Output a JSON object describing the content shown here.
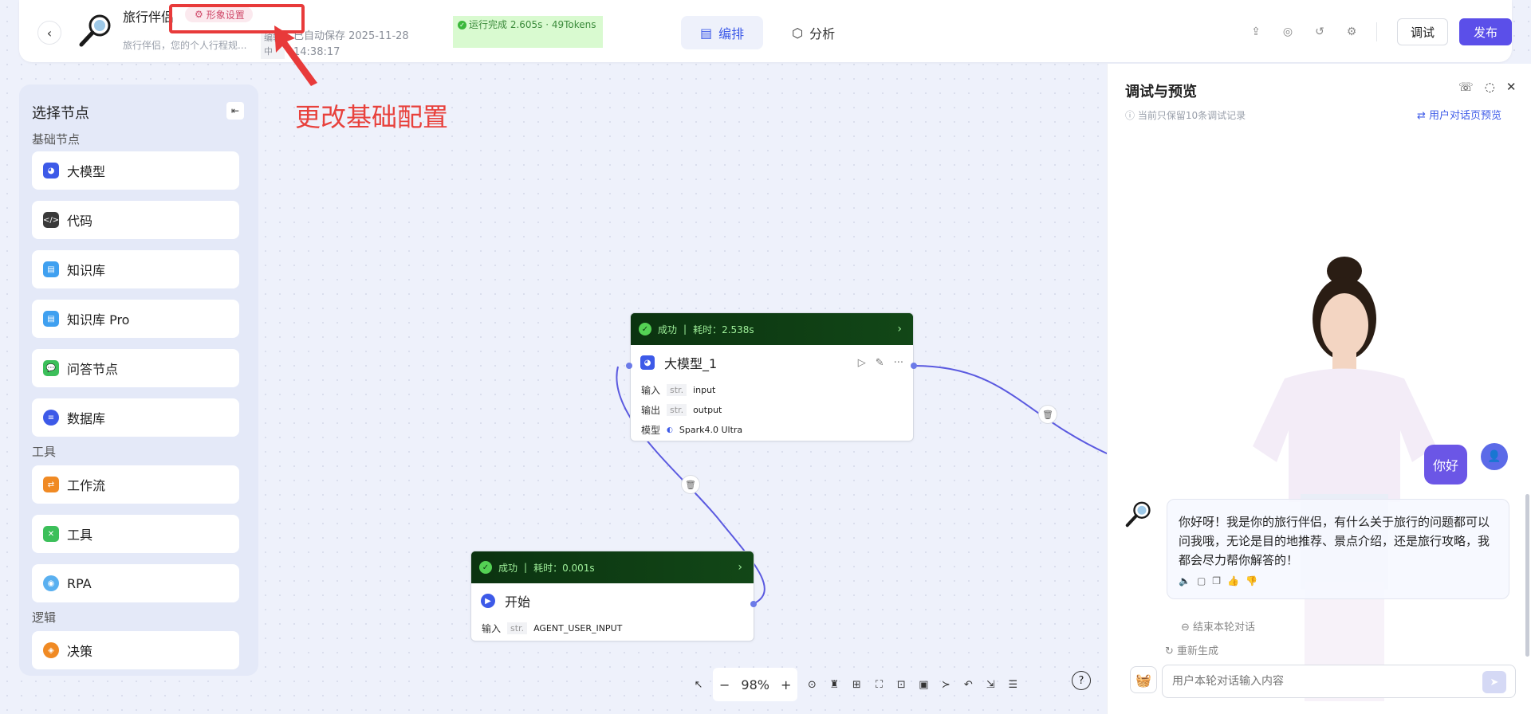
{
  "header": {
    "back_icon": "chevron-left-icon",
    "app_title": "旅行伴侣",
    "persona_badge": "形象设置",
    "app_desc": "旅行伴侣，您的个人行程规...",
    "edit_tag": "编辑中",
    "autosave_text": "已自动保存 2025-11-28 14:38:17",
    "run_status": "运行完成 2.605s · 49Tokens",
    "tabs": [
      {
        "label": "编排",
        "icon": "layout-icon",
        "active": true
      },
      {
        "label": "分析",
        "icon": "cube-icon",
        "active": false
      }
    ],
    "debug_label": "调试",
    "publish_label": "发布"
  },
  "annotation": {
    "text": "更改基础配置",
    "color": "#e8413c"
  },
  "left_panel": {
    "title": "选择节点",
    "sections": [
      {
        "label": "基础节点",
        "items": [
          {
            "label": "大模型",
            "icon": "llm-icon",
            "color": "#3d5ae8"
          },
          {
            "label": "代码",
            "icon": "code-icon",
            "color": "#3a3a3a"
          },
          {
            "label": "知识库",
            "icon": "knowledge-icon",
            "color": "#3fa0f0"
          },
          {
            "label": "知识库 Pro",
            "icon": "knowledge-pro-icon",
            "color": "#3fa0f0"
          },
          {
            "label": "问答节点",
            "icon": "qa-icon",
            "color": "#3cbf5a"
          },
          {
            "label": "数据库",
            "icon": "database-icon",
            "color": "#3d5ae8"
          }
        ]
      },
      {
        "label": "工具",
        "items": [
          {
            "label": "工作流",
            "icon": "workflow-icon",
            "color": "#f08a24"
          },
          {
            "label": "工具",
            "icon": "tool-icon",
            "color": "#3cbf5a"
          },
          {
            "label": "RPA",
            "icon": "rpa-icon",
            "color": "#5ab0f0"
          }
        ]
      },
      {
        "label": "逻辑",
        "items": [
          {
            "label": "决策",
            "icon": "decision-icon",
            "color": "#f08a24"
          }
        ]
      }
    ]
  },
  "nodes": {
    "llm": {
      "status": "成功",
      "time": "耗时：2.538s",
      "name": "大模型_1",
      "rows": [
        {
          "label": "输入",
          "type": "str.",
          "value": "input"
        },
        {
          "label": "输出",
          "type": "str.",
          "value": "output"
        },
        {
          "label": "模型",
          "type": "",
          "value": "Spark4.0 Ultra"
        }
      ]
    },
    "start": {
      "status": "成功",
      "time": "耗时：0.001s",
      "name": "开始",
      "rows": [
        {
          "label": "输入",
          "type": "str.",
          "value": "AGENT_USER_INPUT"
        }
      ]
    }
  },
  "toolbar": {
    "zoom": "98%"
  },
  "right_panel": {
    "title": "调试与预览",
    "note": "当前只保留10条调试记录",
    "preview_link": "用户对话页预览",
    "user_message": "你好",
    "bot_message": "你好呀！我是你的旅行伴侣，有什么关于旅行的问题都可以问我哦，无论是目的地推荐、景点介绍，还是旅行攻略，我都会尽力帮你解答的！",
    "end_convo": "结束本轮对话",
    "regenerate": "重新生成",
    "input_placeholder": "用户本轮对话输入内容"
  },
  "colors": {
    "accent": "#3d5ae8",
    "publish": "#5b4fe9",
    "success_bar": "#0e3b13"
  }
}
